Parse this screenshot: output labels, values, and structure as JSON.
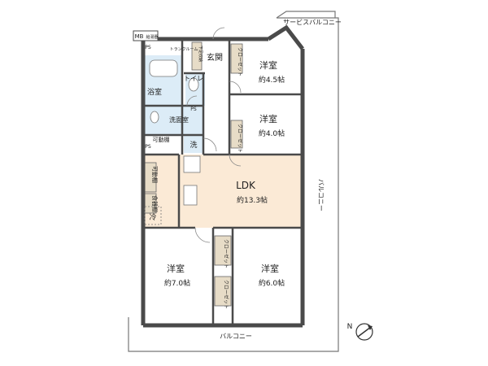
{
  "rooms": {
    "western_1": {
      "name": "洋室",
      "size": "約4.5帖"
    },
    "western_2": {
      "name": "洋室",
      "size": "約4.0帖"
    },
    "ldk": {
      "name": "LDK",
      "size": "約13.3帖"
    },
    "western_3": {
      "name": "洋室",
      "size": "約7.0帖"
    },
    "western_4": {
      "name": "洋室",
      "size": "約6.0帖"
    }
  },
  "labels": {
    "entrance": "玄関",
    "bathroom": "浴室",
    "toilet": "トイレ",
    "washroom": "洗面室",
    "washer": "洗",
    "closet": "クローゼット",
    "shoe_box": "下足収納",
    "trunk_room": "トランクルーム",
    "movable_shelf": "可動棚",
    "cupboard": "食器棚",
    "fridge": "冷",
    "ps": "PS",
    "mb": "MB",
    "meter": "給湯器",
    "service_balcony": "サービスバルコニー",
    "balcony": "バルコニー",
    "balcony_side": "バルコニー",
    "compass": "N"
  },
  "colors": {
    "wall": "#4a4a4a",
    "ldk_floor": "#fbead6",
    "wet_area": "#dcecf7",
    "closet": "#e7dcc7",
    "room": "#ffffff",
    "balcony_line": "#777777"
  }
}
